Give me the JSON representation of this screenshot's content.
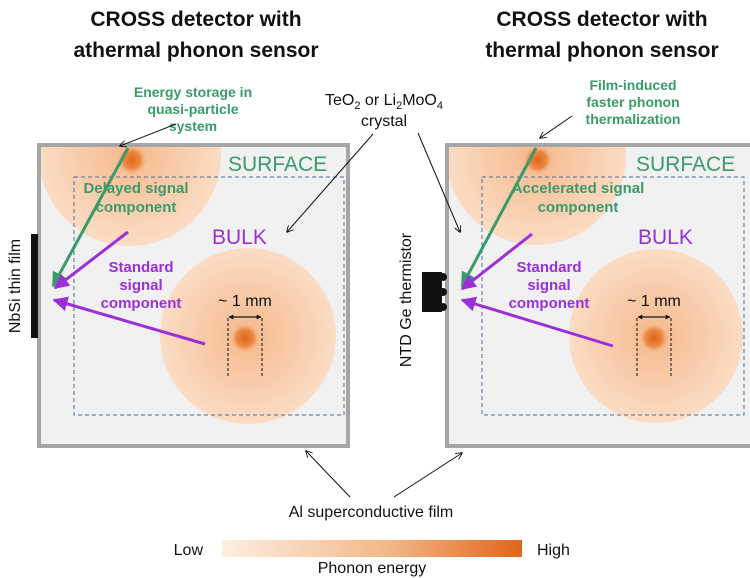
{
  "left_panel": {
    "title_line1": "CROSS detector with",
    "title_line2": "athermal phonon sensor",
    "top_note": [
      "Energy storage in",
      "quasi-particle",
      "system"
    ],
    "surface_label": "SURFACE",
    "bulk_label": "BULK",
    "delayed_label": [
      "Delayed signal",
      "component"
    ],
    "standard_label": [
      "Standard",
      "signal",
      "component"
    ],
    "scale_label": "~ 1 mm",
    "sensor_label": "NbSi thin film"
  },
  "right_panel": {
    "title_line1": "CROSS detector with",
    "title_line2": "thermal phonon sensor",
    "top_note": [
      "Film-induced",
      "faster phonon",
      "thermalization"
    ],
    "surface_label": "SURFACE",
    "bulk_label": "BULK",
    "accelerated_label": [
      "Accelerated signal",
      "component"
    ],
    "standard_label": [
      "Standard",
      "signal",
      "component"
    ],
    "scale_label": "~ 1 mm",
    "sensor_label": "NTD Ge thermistor"
  },
  "crystal_note": {
    "line1_a": "TeO",
    "line1_sub1": "2",
    "line1_b": " or Li",
    "line1_sub2": "2",
    "line1_c": "MoO",
    "line1_sub3": "4",
    "line2": "crystal"
  },
  "film_note": "Al superconductive film",
  "legend": {
    "low": "Low",
    "high": "High",
    "caption": "Phonon energy"
  },
  "colors": {
    "green": "#3a9a6a",
    "purple": "#9b30d9",
    "frame": "#a6a6a6",
    "fill": "#f1f1f1",
    "dashed": "#4d6e99",
    "hot": "#e0651a"
  }
}
